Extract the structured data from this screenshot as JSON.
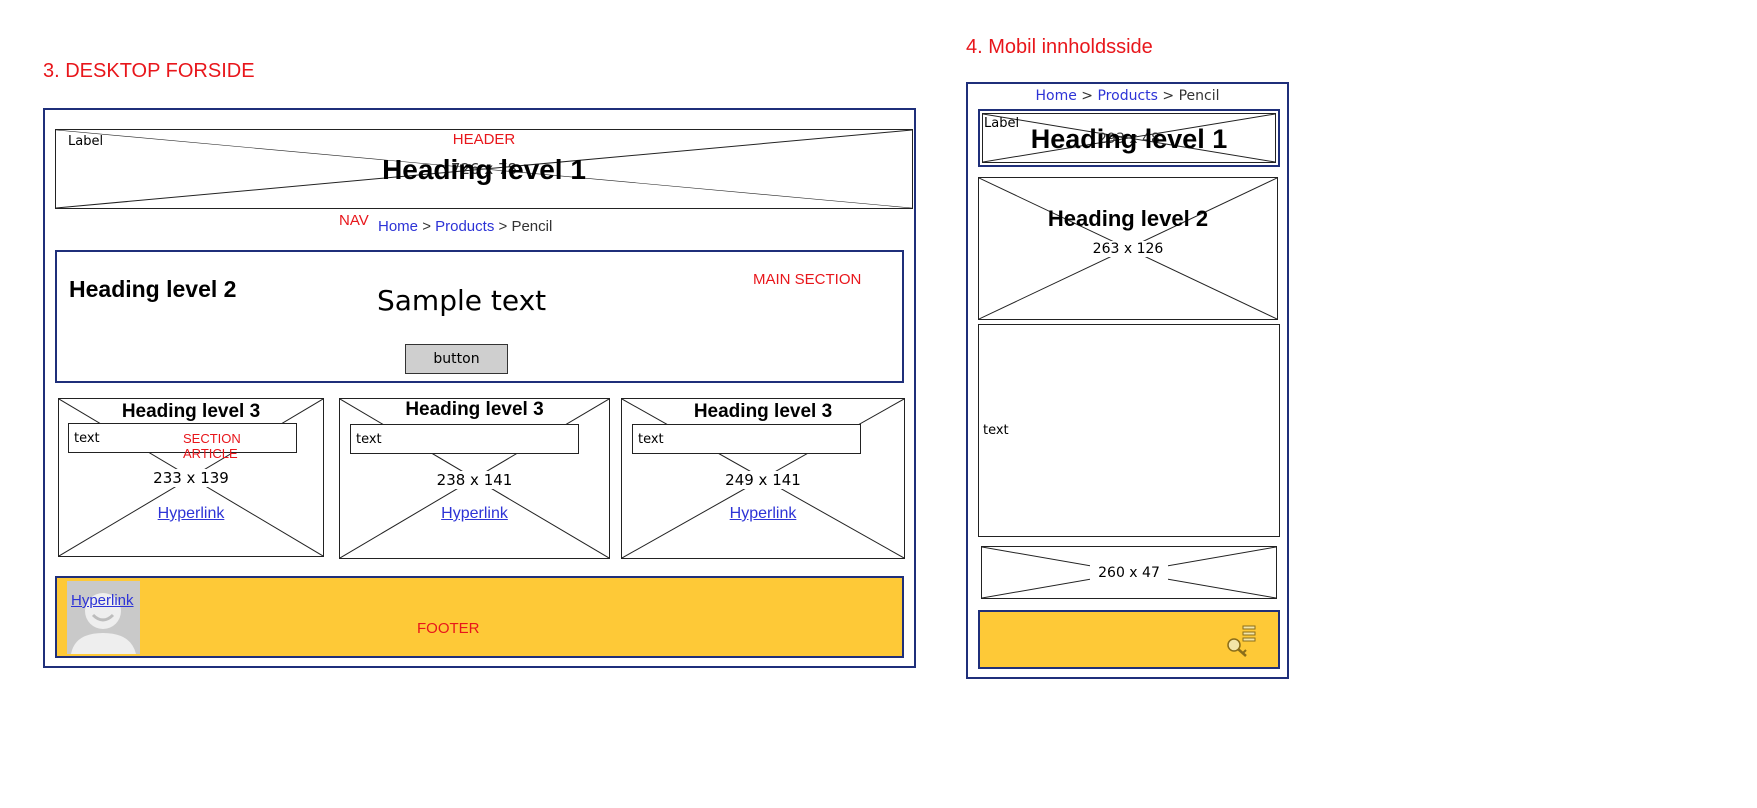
{
  "desktop": {
    "title": "3. DESKTOP FORSIDE",
    "header": {
      "tag": "HEADER",
      "label": "Label",
      "heading": "Heading level 1",
      "dimension": "726 x 78"
    },
    "nav": {
      "tag": "NAV",
      "crumbs": [
        "Home",
        "Products",
        "Pencil"
      ],
      "separator": ">"
    },
    "main": {
      "tag": "MAIN SECTION",
      "heading": "Heading level 2",
      "sample_text": "Sample text",
      "button_label": "button"
    },
    "articles": [
      {
        "heading": "Heading level 3",
        "text": "text",
        "tag": "SECTION ARTICLE",
        "dimension": "233 x 139",
        "link": "Hyperlink"
      },
      {
        "heading": "Heading level 3",
        "text": "text",
        "tag": "",
        "dimension": "238 x 141",
        "link": "Hyperlink"
      },
      {
        "heading": "Heading level 3",
        "text": "text",
        "tag": "",
        "dimension": "249 x 141",
        "link": "Hyperlink"
      }
    ],
    "footer": {
      "tag": "FOOTER",
      "link": "Hyperlink",
      "color": "#fec937"
    }
  },
  "mobile": {
    "title": "4. Mobil innholdsside",
    "crumbs": [
      "Home",
      "Products",
      "Pencil"
    ],
    "separator": ">",
    "header": {
      "label": "Label",
      "heading": "Heading level 1",
      "dimension": "293 x 48"
    },
    "section": {
      "heading": "Heading level 2",
      "dimension": "263 x 126"
    },
    "text_block": "text",
    "image_dimension": "260 x 47",
    "footer_icon": "key-list-icon"
  },
  "colors": {
    "frame": "#1f2f7a",
    "annotation": "#e8161b",
    "link": "#2d33d6"
  }
}
